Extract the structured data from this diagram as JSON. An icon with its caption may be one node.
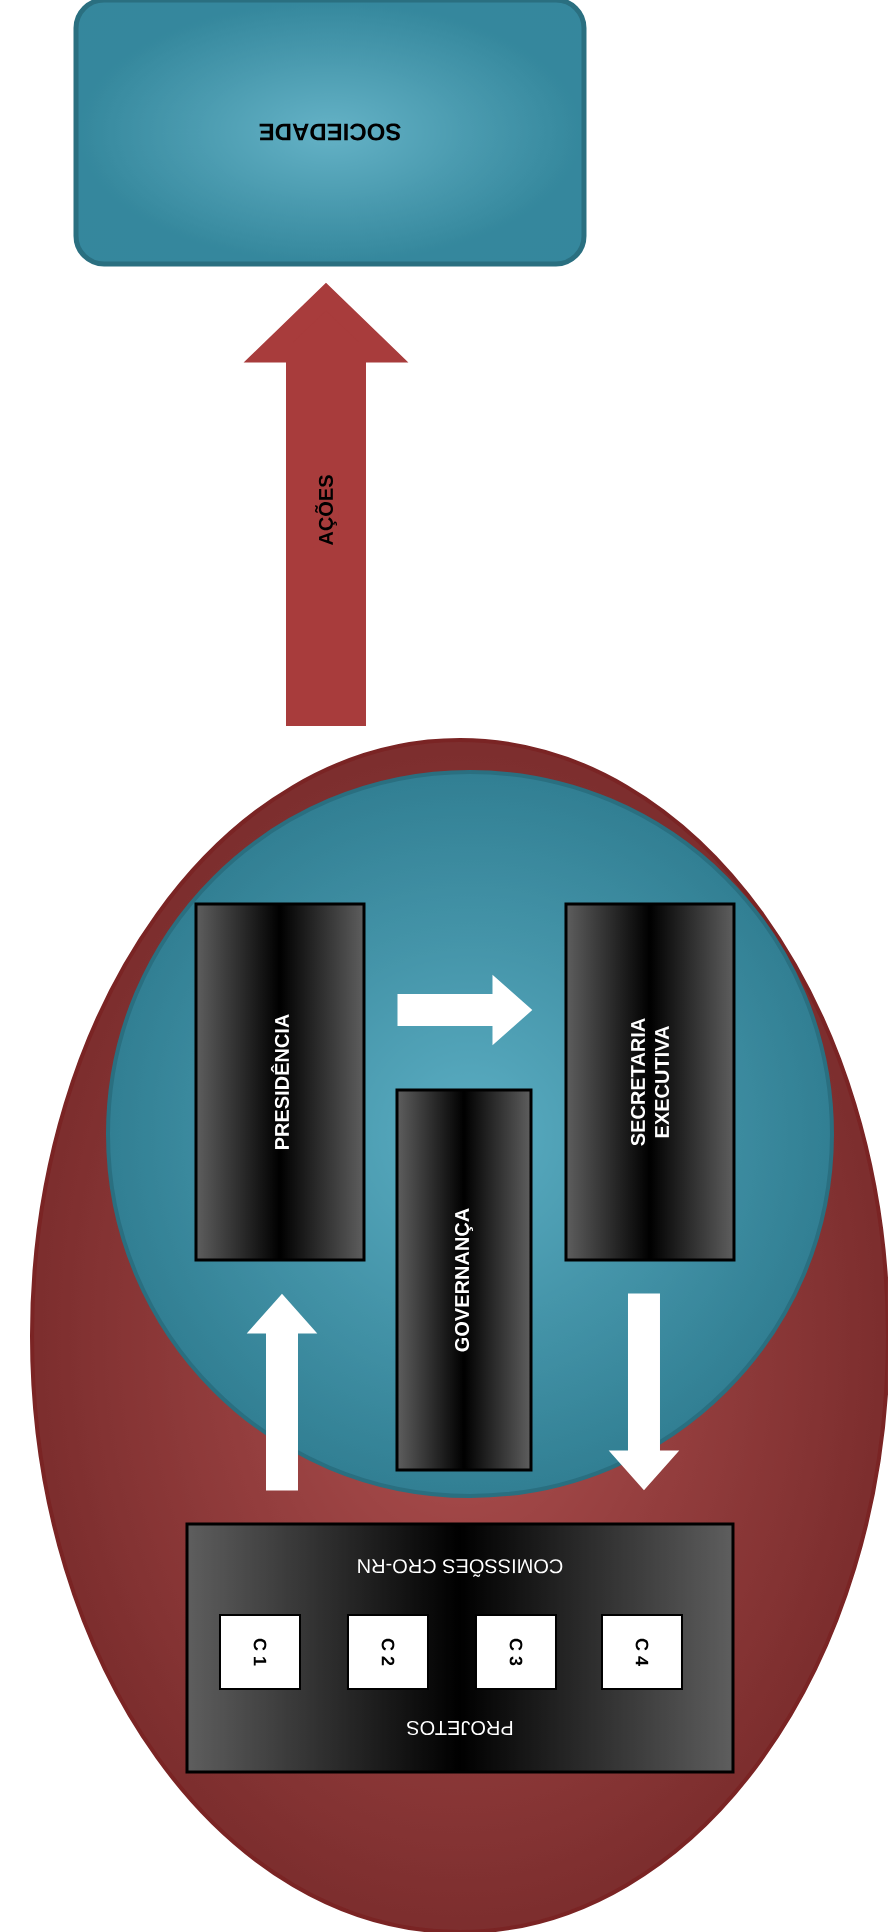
{
  "diagram": {
    "nodes": [
      {
        "text": [
          "SOCIEDADE"
        ]
      },
      {
        "text": [],
        "shape": "ellipse"
      },
      {
        "text": [],
        "shape": "circle",
        "in": 1
      },
      {
        "text": [
          "PRESIDÊNCIA"
        ],
        "in": 2
      },
      {
        "text": [
          "SECRETARIA EXECUTIVA"
        ],
        "in": 2
      },
      {
        "text": [
          "GOVERNANÇA"
        ],
        "in": 2
      },
      {
        "text": [
          "COMISSÕES CRO-RN",
          "PROJETOS"
        ],
        "in": 1
      },
      {
        "text": [
          "C 1"
        ],
        "in": 6
      },
      {
        "text": [
          "C 2"
        ],
        "in": 6
      },
      {
        "text": [
          "C 3"
        ],
        "in": 6
      },
      {
        "text": [
          "C 4"
        ],
        "in": 6
      }
    ],
    "edges": [
      {
        "from": 1,
        "to": 0,
        "arrow": "to",
        "label": "AÇÕES",
        "style": "thick",
        "color": "#a83c3c"
      },
      {
        "from": 3,
        "to": 4,
        "arrow": "to"
      },
      {
        "from": 4,
        "to": 6,
        "arrow": "to"
      },
      {
        "from": 6,
        "to": 3,
        "arrow": "to"
      }
    ]
  }
}
